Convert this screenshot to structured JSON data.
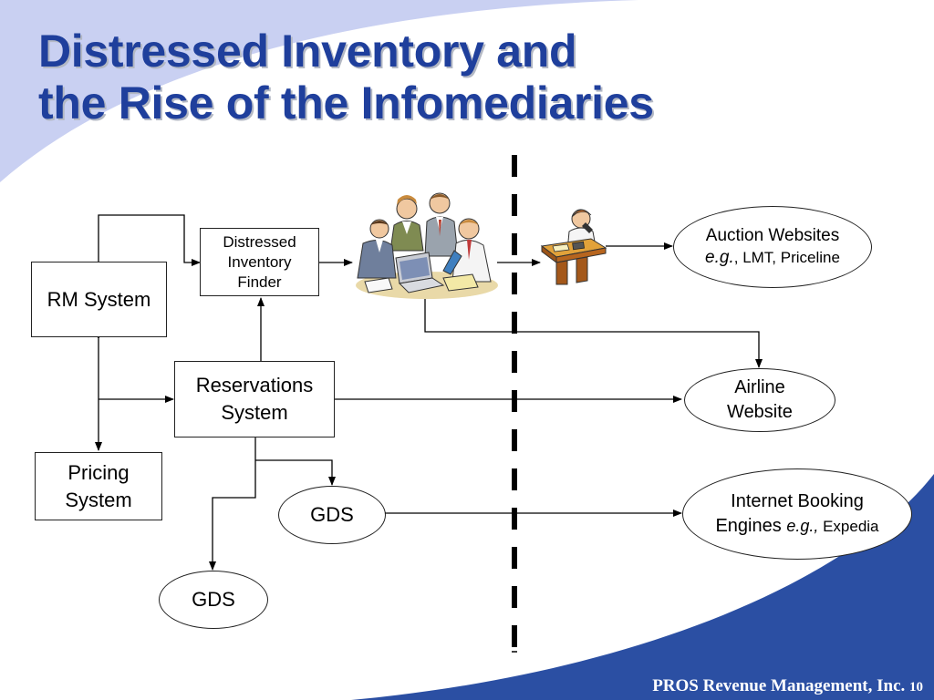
{
  "slide": {
    "title_line1": "Distressed Inventory and",
    "title_line2": "the Rise of the Infomediaries",
    "footer_company": "PROS Revenue Management, Inc.",
    "footer_page": "10",
    "accent_color": "#1f3f9c",
    "swoosh_color": "#c9d0f2",
    "footer_band_color": "#2b4fa3"
  },
  "nodes": {
    "rm_system": "RM System",
    "distressed_finder_l1": "Distressed",
    "distressed_finder_l2": "Inventory",
    "distressed_finder_l3": "Finder",
    "reservations_l1": "Reservations",
    "reservations_l2": "System",
    "pricing_l1": "Pricing",
    "pricing_l2": "System",
    "gds_upper": "GDS",
    "gds_lower": "GDS",
    "auction_l1": "Auction Websites",
    "auction_eg": "e.g.",
    "auction_rest": ", LMT, Priceline",
    "airline_l1": "Airline",
    "airline_l2": "Website",
    "ibe_l1": "Internet Booking",
    "ibe_l2_prefix": "Engines ",
    "ibe_eg": "e.g.,",
    "ibe_rest": " Expedia"
  },
  "icons": {
    "team": "people-meeting-clipart",
    "agent": "person-on-phone-at-desk-clipart"
  }
}
